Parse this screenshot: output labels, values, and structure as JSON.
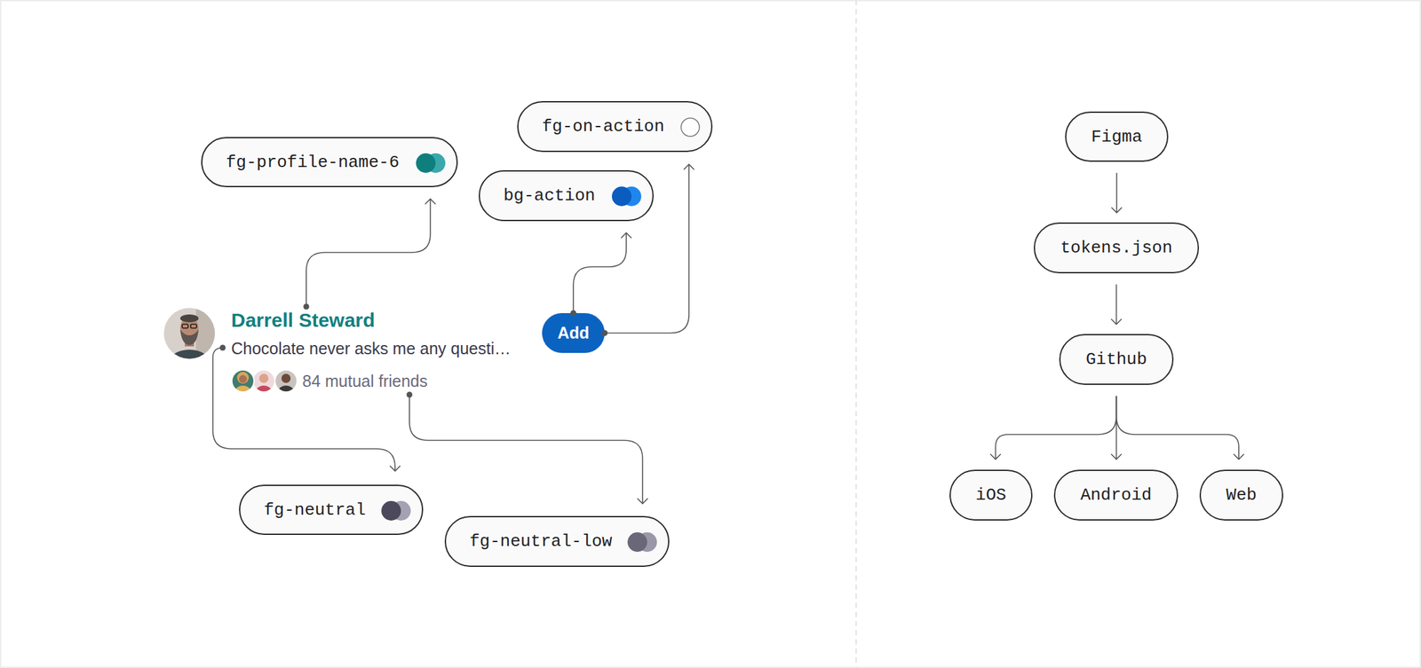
{
  "diagram": {
    "nodes": [
      {
        "text": [
          "fg-on-action"
        ]
      },
      {
        "text": [
          "fg-profile-name-6"
        ]
      },
      {
        "text": [
          "bg-action"
        ]
      },
      {
        "text": [
          "Add"
        ]
      },
      {
        "text": [
          "fg-neutral"
        ]
      },
      {
        "text": [
          "fg-neutral-low"
        ]
      },
      {
        "text": [
          "Figma"
        ]
      },
      {
        "text": [
          "tokens.json"
        ]
      },
      {
        "text": [
          "Github"
        ]
      },
      {
        "text": [
          "iOS"
        ]
      },
      {
        "text": [
          "Android"
        ]
      },
      {
        "text": [
          "Web"
        ]
      }
    ],
    "edges": [
      {
        "from": 3,
        "to": 2,
        "arrow": "to"
      },
      {
        "from": 3,
        "to": 0,
        "arrow": "to"
      },
      {
        "from": 6,
        "to": 7,
        "arrow": "to"
      },
      {
        "from": 7,
        "to": 8,
        "arrow": "to"
      },
      {
        "from": 8,
        "to": 9,
        "arrow": "to"
      },
      {
        "from": 8,
        "to": 10,
        "arrow": "to"
      },
      {
        "from": 8,
        "to": 11,
        "arrow": "to"
      }
    ],
    "labels": [
      "Darrell Steward",
      "Chocolate never asks me any questi…",
      "84 mutual friends"
    ]
  }
}
